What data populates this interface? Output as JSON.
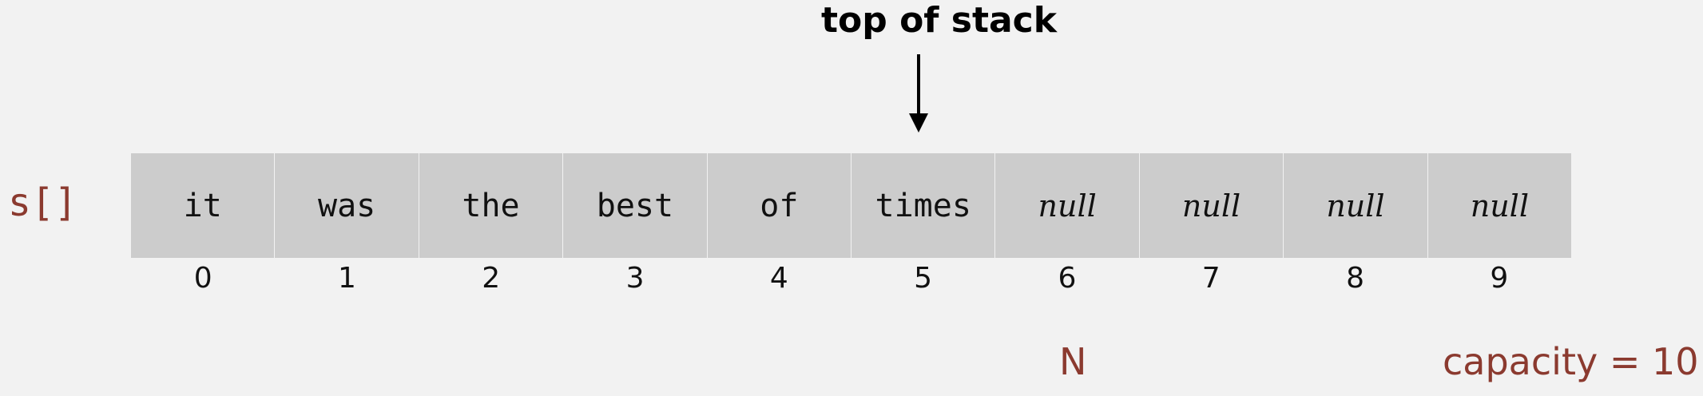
{
  "title": "top of stack",
  "array_label": "s[]",
  "cells": [
    {
      "text": "it",
      "null": false
    },
    {
      "text": "was",
      "null": false
    },
    {
      "text": "the",
      "null": false
    },
    {
      "text": "best",
      "null": false
    },
    {
      "text": "of",
      "null": false
    },
    {
      "text": "times",
      "null": false
    },
    {
      "text": "null",
      "null": true
    },
    {
      "text": "null",
      "null": true
    },
    {
      "text": "null",
      "null": true
    },
    {
      "text": "null",
      "null": true
    }
  ],
  "indices": [
    "0",
    "1",
    "2",
    "3",
    "4",
    "5",
    "6",
    "7",
    "8",
    "9"
  ],
  "n_label": "N",
  "capacity_label": "capacity = 10",
  "colors": {
    "background": "#f2f2f2",
    "cell": "#cccccc",
    "accent": "#8b3a2f"
  },
  "icons": {
    "pointer": "down-arrow-icon"
  }
}
